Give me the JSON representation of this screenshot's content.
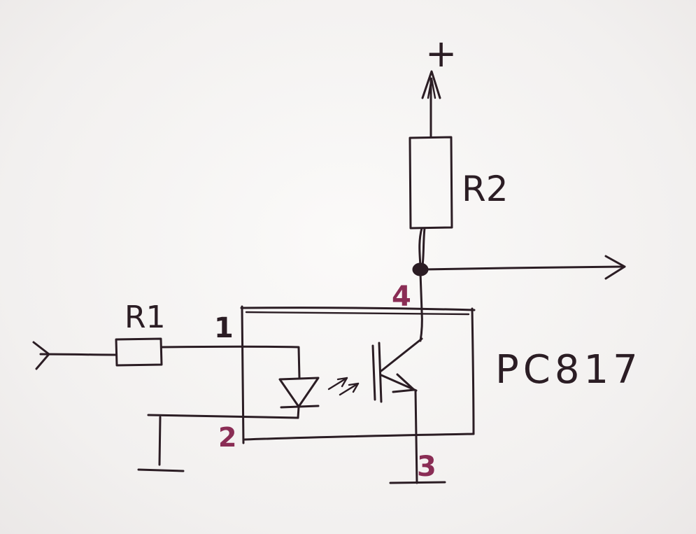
{
  "schematic": {
    "supply_label": "+",
    "resistor_r1": "R1",
    "resistor_r2": "R2",
    "part_name": "PC817",
    "pins": {
      "pin1": "1",
      "pin2": "2",
      "pin3": "3",
      "pin4": "4"
    }
  },
  "colors": {
    "ink": "#2b1d24",
    "pin_number": "#8a2d55",
    "paper": "#f4f2f1"
  }
}
